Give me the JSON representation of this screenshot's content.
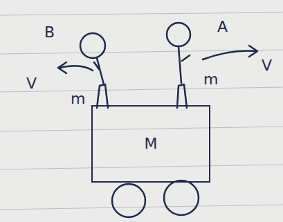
{
  "diagram": {
    "nodes": [
      {
        "text": [
          "M"
        ]
      }
    ],
    "labels": [
      "B",
      "A",
      "V",
      "V",
      "m",
      "m"
    ]
  }
}
